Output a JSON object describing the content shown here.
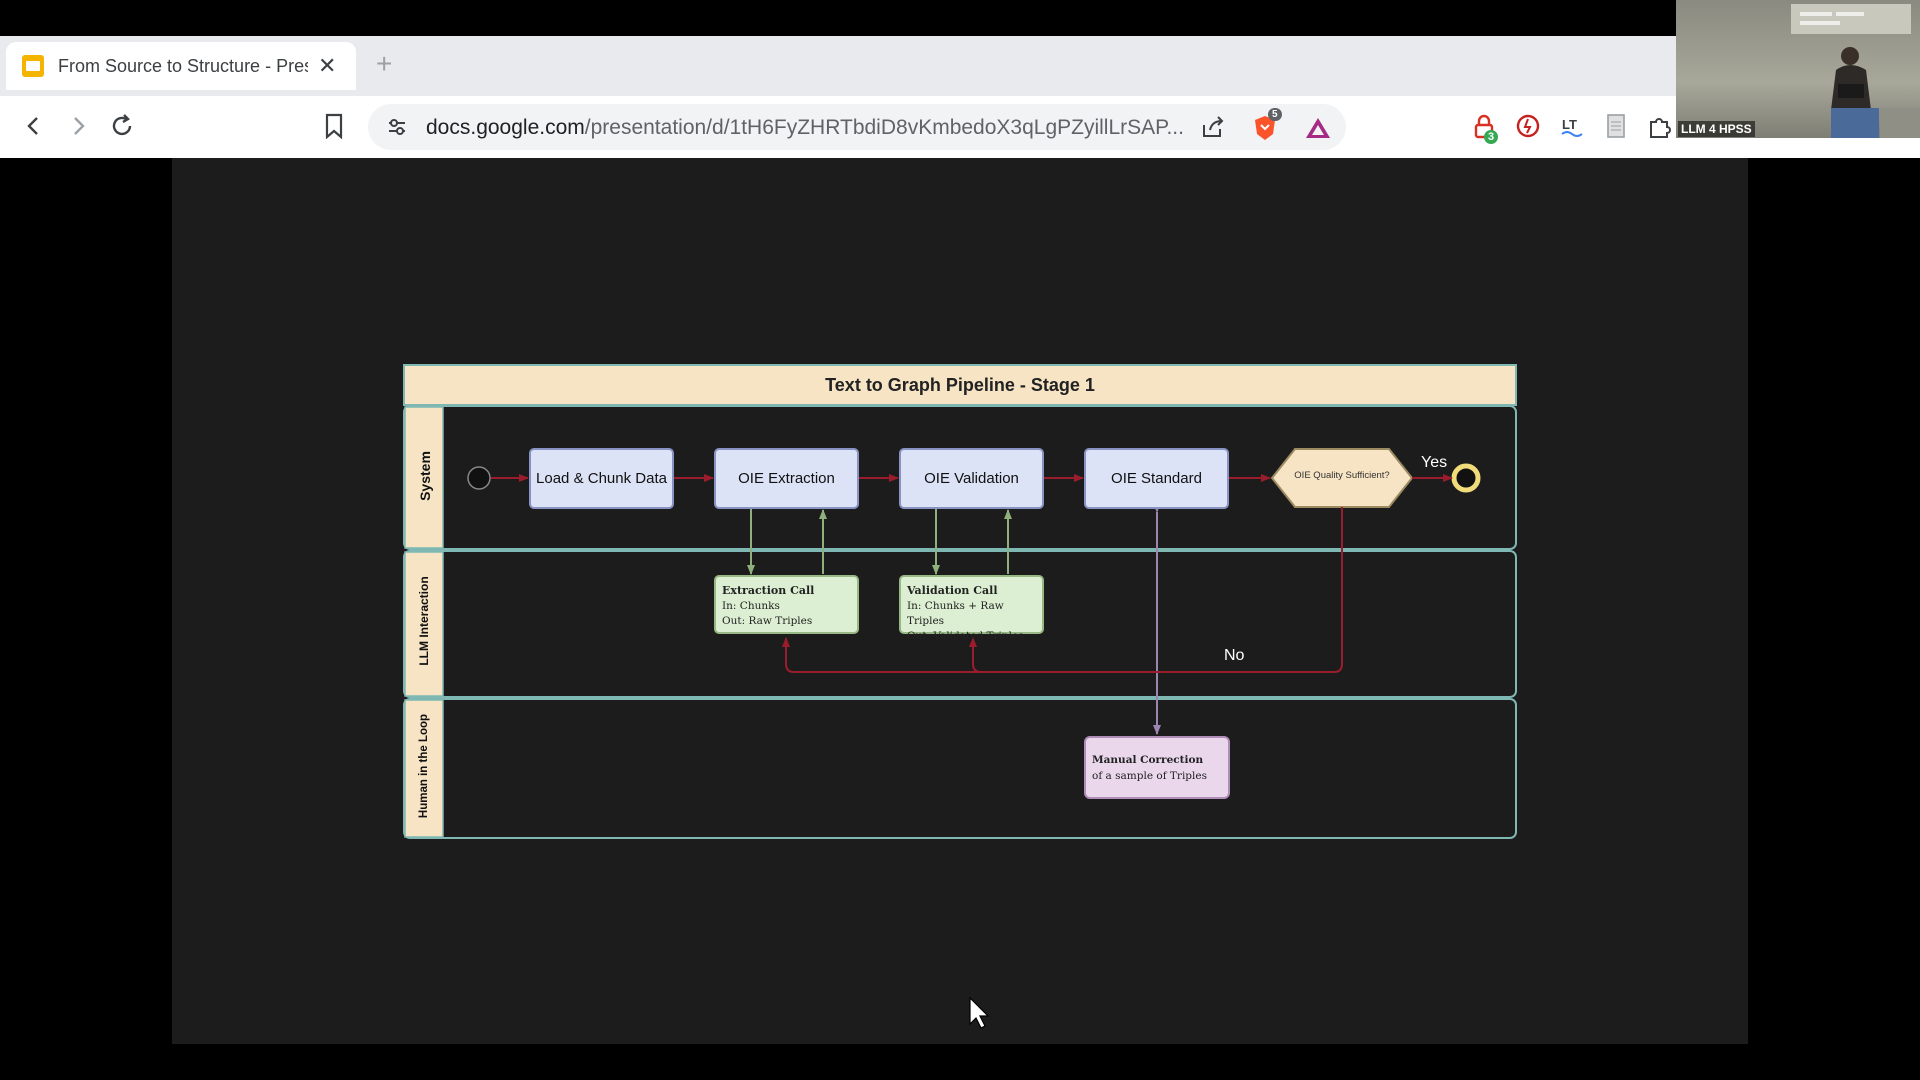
{
  "browser": {
    "tab_title": "From Source to Structure - Pres",
    "tab_close": "✕",
    "new_tab": "+",
    "url_domain": "docs.google.com",
    "url_path": "/presentation/d/1tH6FyZHRTbdiD8vKmbedoX3qLgPZyillLrSAP...",
    "shield_badge": "5",
    "extension_badge": "3"
  },
  "video": {
    "label": "LLM 4 HPSS"
  },
  "diagram": {
    "title": "Text to Graph Pipeline - Stage 1",
    "lanes": [
      "System",
      "LLM Interaction",
      "Human in the Loop"
    ],
    "steps": [
      "Load & Chunk Data",
      "OIE Extraction",
      "OIE Validation",
      "OIE Standard"
    ],
    "decision": "OIE Quality Sufficient?",
    "yes_label": "Yes",
    "no_label": "No",
    "extraction_call": {
      "title": "Extraction Call",
      "in": "In: Chunks",
      "out": "Out: Raw Triples"
    },
    "validation_call": {
      "title": "Validation Call",
      "in": "In: Chunks + Raw Triples",
      "out": "Out: Validated Triples"
    },
    "manual": {
      "title": "Manual Correction",
      "sub": "of a sample of Triples"
    },
    "colors": {
      "header_bg": "#f6e4c5",
      "lane_border": "#7fb8b3",
      "system_box": "#dde3f7",
      "llm_box": "#dcefd2",
      "human_box": "#ead7ec",
      "flow_arrow": "#9b1c2c",
      "llm_arrow": "#8fb07c",
      "human_arrow": "#9a86b0"
    }
  }
}
